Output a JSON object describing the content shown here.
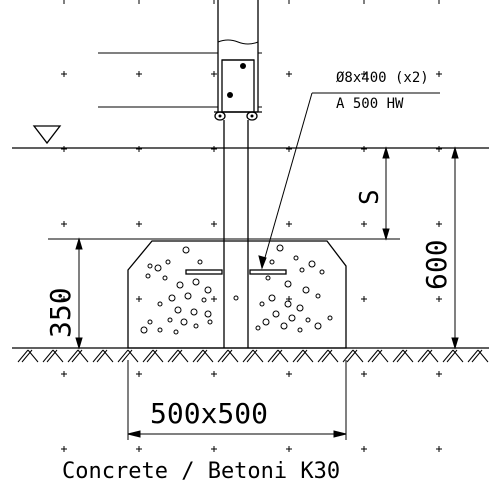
{
  "annotations": {
    "rebar_spec": "Ø8x400 (x2)",
    "rebar_grade": "A 500 HW",
    "dim_s": "S",
    "dim_total": "600",
    "dim_height": "350",
    "dim_base": "500x500",
    "material": "Concrete / Betoni K30"
  }
}
